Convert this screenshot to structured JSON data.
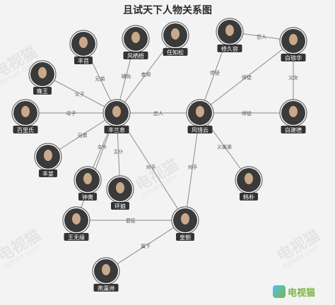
{
  "title": "且试天下人物关系图",
  "nodes": [
    {
      "id": "fengyou",
      "name": "丰莒"
    },
    {
      "id": "fengxiwu",
      "name": "风栖梧"
    },
    {
      "id": "renzhisong",
      "name": "任知松"
    },
    {
      "id": "xiujiurong",
      "name": "修久容"
    },
    {
      "id": "baifenghua",
      "name": "白琅华"
    },
    {
      "id": "yongwang",
      "name": "雍王"
    },
    {
      "id": "baili",
      "name": "百里氏"
    },
    {
      "id": "fenglanxi",
      "name": "丰兰息"
    },
    {
      "id": "fengxiyun",
      "name": "风惜云"
    },
    {
      "id": "baijiande",
      "name": "白建德"
    },
    {
      "id": "fengxu",
      "name": "丰荽"
    },
    {
      "id": "zhongli",
      "name": "钟离"
    },
    {
      "id": "huanniang",
      "name": "环娘"
    },
    {
      "id": "hanpu",
      "name": "韩朴"
    },
    {
      "id": "wangwuyuan",
      "name": "王无缘"
    },
    {
      "id": "huangchao",
      "name": "皇朝"
    },
    {
      "id": "yanyingzhou",
      "name": "燕瀛洲"
    }
  ],
  "edges": [
    {
      "from": "fenglanxi",
      "to": "fengyou",
      "label": "兄弟"
    },
    {
      "from": "fenglanxi",
      "to": "fengxiwu",
      "label": "铺佐"
    },
    {
      "from": "fenglanxi",
      "to": "renzhisong",
      "label": "老师"
    },
    {
      "from": "fenglanxi",
      "to": "yongwang",
      "label": "父子"
    },
    {
      "from": "fenglanxi",
      "to": "baili",
      "label": "母子"
    },
    {
      "from": "fenglanxi",
      "to": "fengxiyun",
      "label": "恋人"
    },
    {
      "from": "fenglanxi",
      "to": "fengxu",
      "label": "兄弟"
    },
    {
      "from": "fenglanxi",
      "to": "zhongli",
      "label": "主仆"
    },
    {
      "from": "fenglanxi",
      "to": "huanniang",
      "label": "主仆"
    },
    {
      "from": "fenglanxi",
      "to": "wangwuyuan",
      "label": ""
    },
    {
      "from": "fenglanxi",
      "to": "huangchao",
      "label": "对手"
    },
    {
      "from": "fengxiyun",
      "to": "xiujiurong",
      "label": "师徒"
    },
    {
      "from": "fengxiyun",
      "to": "baifenghua",
      "label": "师徒"
    },
    {
      "from": "fengxiyun",
      "to": "baijiande",
      "label": "师徒"
    },
    {
      "from": "fengxiyun",
      "to": "hanpu",
      "label": "义姐弟"
    },
    {
      "from": "fengxiyun",
      "to": "huangchao",
      "label": "对手"
    },
    {
      "from": "xiujiurong",
      "to": "baifenghua",
      "label": "恋人"
    },
    {
      "from": "baifenghua",
      "to": "baijiande",
      "label": "父女"
    },
    {
      "from": "wangwuyuan",
      "to": "huangchao",
      "label": "君臣"
    },
    {
      "from": "huangchao",
      "to": "yanyingzhou",
      "label": "属下"
    }
  ],
  "watermark": {
    "cn": "电视猫",
    "en": "tvmao.com"
  },
  "logo": {
    "text": "电视猫"
  },
  "colors": {
    "line": "#8a8a8a",
    "node_border": "#666666",
    "avatar_fill": "#3a3a3a",
    "label_bg": "#333333",
    "label_text": "#ffffff"
  }
}
